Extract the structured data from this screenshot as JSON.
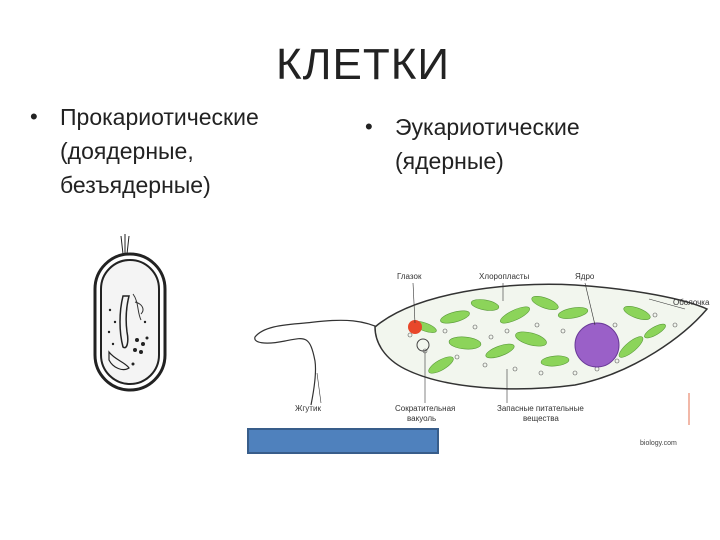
{
  "title": "КЛЕТКИ",
  "left_bullet": {
    "line1": "Прокариотические",
    "line2": "(доядерные,",
    "line3": "безъядерные)"
  },
  "right_bullet": {
    "line1": "Эукариотические",
    "line2": "(ядерные)"
  },
  "euglena_labels": {
    "eyespot": "Глазок",
    "chloroplasts": "Хлоропласты",
    "nucleus": "Ядро",
    "membrane": "Оболочка",
    "flagellum": "Жгутик",
    "vacuole_l1": "Сократительная",
    "vacuole_l2": "вакуоль",
    "reserve_l1": "Запасные питательные",
    "reserve_l2": "вещества"
  },
  "credit": "biology.com",
  "colors": {
    "chloroplast": "#8cd45a",
    "eyespot": "#e8472a",
    "nucleus": "#9a60c8",
    "bar": "#4f81bd"
  }
}
